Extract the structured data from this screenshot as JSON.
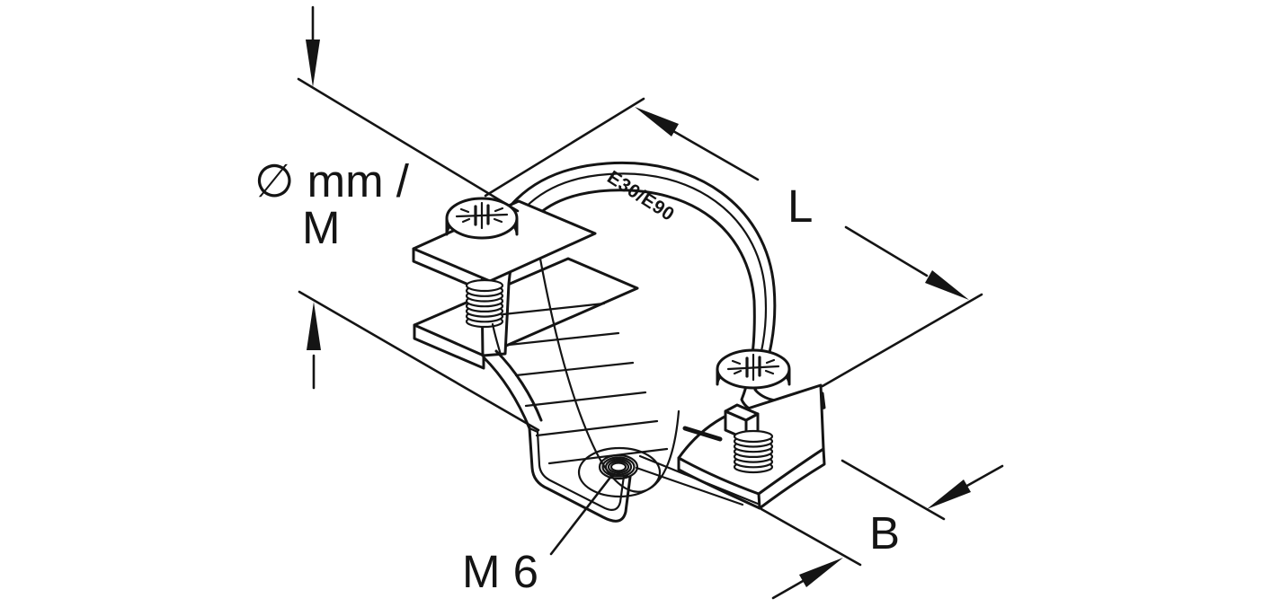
{
  "diagram": {
    "background": "#ffffff",
    "line_color": "#141414",
    "labels": {
      "diameter_line1": "∅ mm /",
      "diameter_line2": "M",
      "length": "L",
      "width": "B",
      "thread_size": "M 6",
      "band_marking": "E30/E90"
    }
  }
}
